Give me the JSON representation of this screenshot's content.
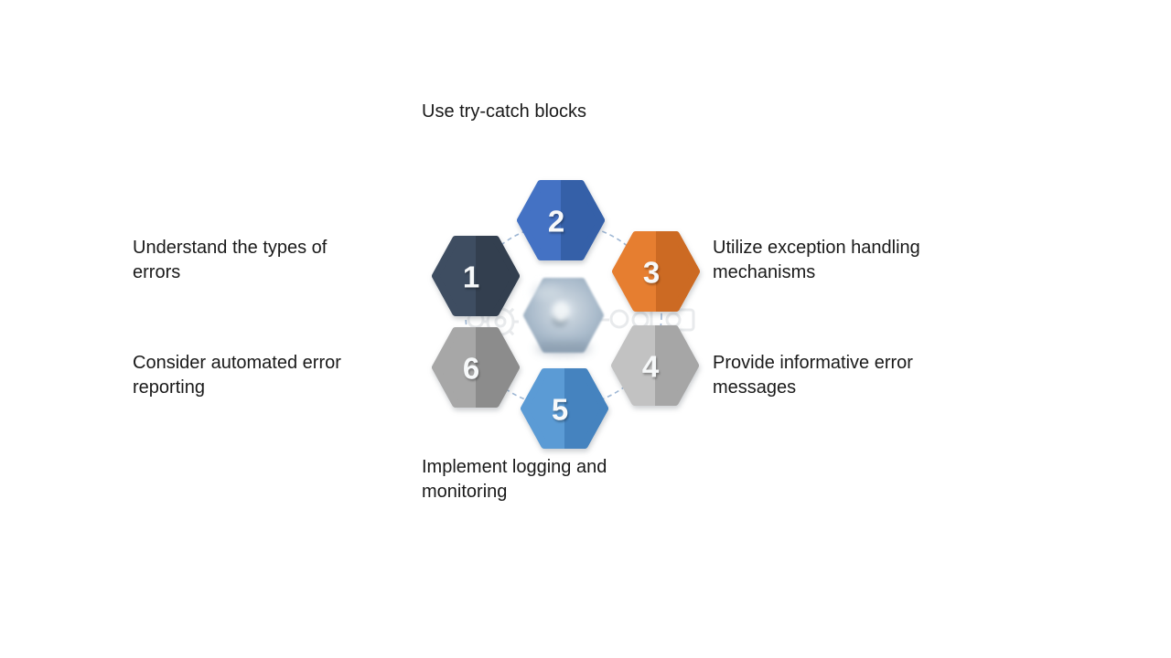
{
  "slide": {
    "background": "#ffffff",
    "text_color": "#191919"
  },
  "diagram": {
    "type": "hexagon-cycle",
    "connector_color": "#9db6d4",
    "center_image": "blurred close-up photo of gears masked inside a hexagon",
    "steps": [
      {
        "number": "1",
        "label": "Understand the types of\nerrors",
        "fill_light": "#3e4d61",
        "fill_dark": "#333f4f"
      },
      {
        "number": "2",
        "label": "Use try-catch blocks",
        "fill_light": "#4472c4",
        "fill_dark": "#3560a8"
      },
      {
        "number": "3",
        "label": "Utilize exception handling\nmechanisms",
        "fill_light": "#e67e30",
        "fill_dark": "#cc6a23"
      },
      {
        "number": "4",
        "label": "Provide informative error\nmessages",
        "fill_light": "#c2c2c2",
        "fill_dark": "#a6a6a6"
      },
      {
        "number": "5",
        "label": "Implement logging and\nmonitoring",
        "fill_light": "#5b9bd5",
        "fill_dark": "#4583bf"
      },
      {
        "number": "6",
        "label": "Consider automated error\nreporting",
        "fill_light": "#a7a7a7",
        "fill_dark": "#8c8c8c"
      }
    ]
  }
}
